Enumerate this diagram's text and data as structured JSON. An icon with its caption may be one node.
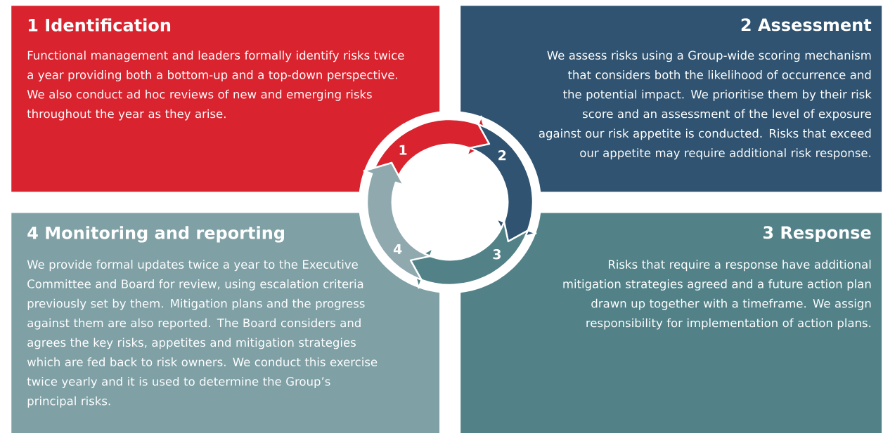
{
  "diagram": {
    "nodes": [
      {
        "text": [
          "1 Identification",
          "Functional management and leaders formally identify risks twice a year providing both a bottom-up and a top-down perspective. We also conduct ad hoc reviews of new and emerging risks throughout the year as they arise."
        ]
      },
      {
        "text": [
          "2 Assessment",
          "We assess risks using a Group-wide scoring mechanism that considers both the likelihood of occurrence and the potential impact. We prioritise them by their risk score and an assessment of the level of exposure against our risk appetite is conducted. Risks that exceed our appetite may require additional risk response."
        ]
      },
      {
        "text": [
          "4 Monitoring and reporting",
          "We provide formal updates twice a year to the Executive Committee and Board for review, using escalation criteria previously set by them. Mitigation plans and the progress against them are also reported. The Board considers and agrees the key risks, appetites and mitigation strategies which are fed back to risk owners. We conduct this exercise twice yearly and it is used to determine the Group’s principal risks."
        ]
      },
      {
        "text": [
          "3 Response",
          "Risks that require a response have additional mitigation strategies agreed and a future action plan drawn up together with a timeframe. We assign responsibility for implementation of action plans."
        ]
      }
    ],
    "labels": [
      "1",
      "2",
      "3",
      "4"
    ]
  }
}
